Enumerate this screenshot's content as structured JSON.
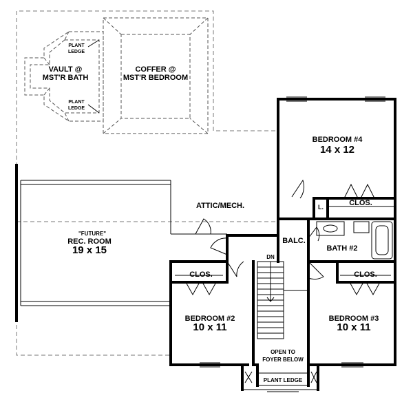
{
  "labels": {
    "vault_line1": "VAULT @",
    "vault_line2": "MST'R BATH",
    "plant_ledge_top_1": "PLANT",
    "plant_ledge_top_2": "LEDGE",
    "plant_ledge_bot_1": "PLANT",
    "plant_ledge_bot_2": "LEDGE",
    "coffer_line1": "COFFER @",
    "coffer_line2": "MST'R BEDROOM",
    "bedroom4_name": "BEDROOM #4",
    "bedroom4_size": "14 x 12",
    "attic": "ATTIC/MECH.",
    "linen": "L.",
    "closet4": "CLOS.",
    "rec_future": "\"FUTURE\"",
    "rec_name": "REC. ROOM",
    "rec_size": "19 x 15",
    "balcony": "BALC.",
    "bath2": "BATH #2",
    "down": "DN",
    "closet2": "CLOS.",
    "closet3": "CLOS.",
    "bedroom2_name": "BEDROOM #2",
    "bedroom2_size": "10 x 11",
    "bedroom3_name": "BEDROOM #3",
    "bedroom3_size": "10 x 11",
    "open_line1": "OPEN TO",
    "open_line2": "FOYER BELOW",
    "plant_ledge_bottom": "PLANT LEDGE"
  }
}
